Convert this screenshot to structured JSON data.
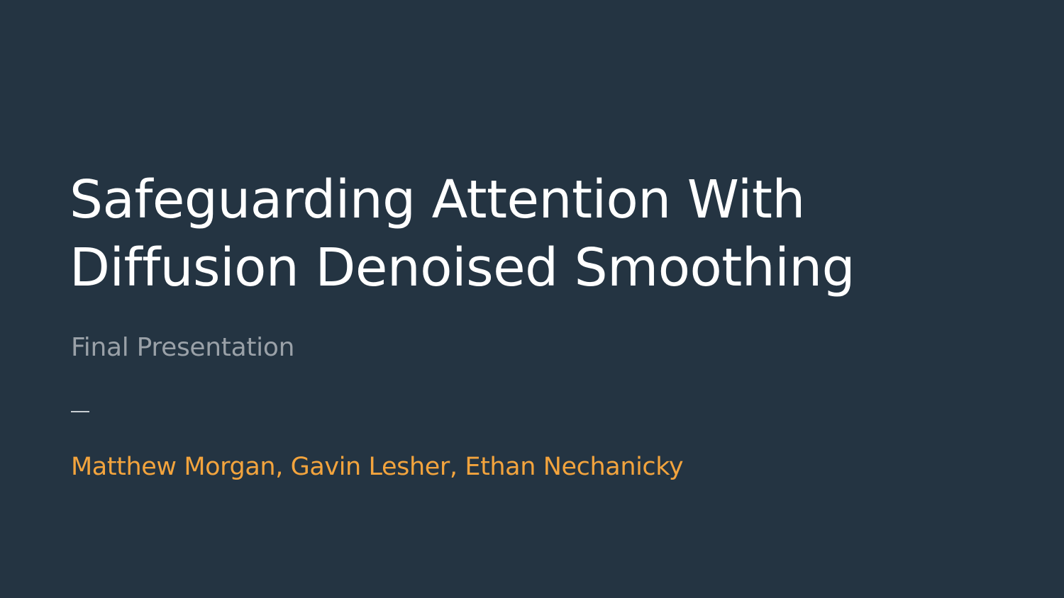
{
  "slide": {
    "title_lines": [
      "Safeguarding Attention With",
      "Diffusion Denoised Smoothing"
    ],
    "subtitle": "Final Presentation",
    "authors": "Matthew Morgan, Gavin Lesher, Ethan Nechanicky"
  },
  "colors": {
    "background": "#243442",
    "title": "#ffffff",
    "subtitle": "#9aa1a8",
    "authors": "#f3a43d"
  }
}
